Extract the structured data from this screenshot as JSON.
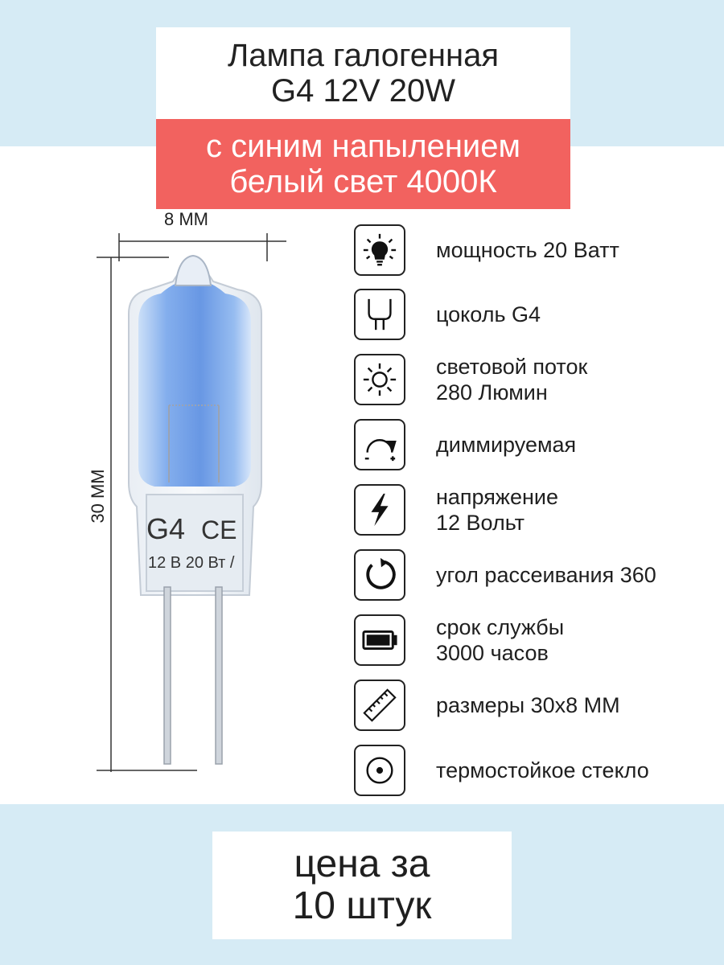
{
  "header": {
    "title_line1": "Лампа галогенная",
    "title_line2": "G4 12V 20W",
    "subtitle_line1": "с синим напылением",
    "subtitle_line2": "белый свет 4000К"
  },
  "dimensions": {
    "width_label": "8 ММ",
    "height_label": "30 ММ"
  },
  "lamp_markings": {
    "type": "G4",
    "cert": "CE",
    "rating": "12 В 20 Вт /"
  },
  "specs": [
    {
      "icon": "bulb-icon",
      "line1": "мощность 20 Ватт",
      "line2": ""
    },
    {
      "icon": "socket-icon",
      "line1": "цоколь G4",
      "line2": ""
    },
    {
      "icon": "sun-icon",
      "line1": "световой поток",
      "line2": "280 Люмин"
    },
    {
      "icon": "dimmer-icon",
      "line1": "диммируемая",
      "line2": ""
    },
    {
      "icon": "lightning-icon",
      "line1": "напряжение",
      "line2": "12 Вольт"
    },
    {
      "icon": "rotate-icon",
      "line1": "угол рассеивания 360",
      "line2": ""
    },
    {
      "icon": "battery-icon",
      "line1": "срок службы",
      "line2": "3000 часов"
    },
    {
      "icon": "ruler-icon",
      "line1": "размеры 30х8 ММ",
      "line2": ""
    },
    {
      "icon": "glass-icon",
      "line1": "термостойкое стекло",
      "line2": ""
    }
  ],
  "price": {
    "line1": "цена за",
    "line2": "10 штук"
  },
  "colors": {
    "band": "#d6ebf5",
    "accent": "#f2625f",
    "glass_blue": "#7fb0ee"
  }
}
